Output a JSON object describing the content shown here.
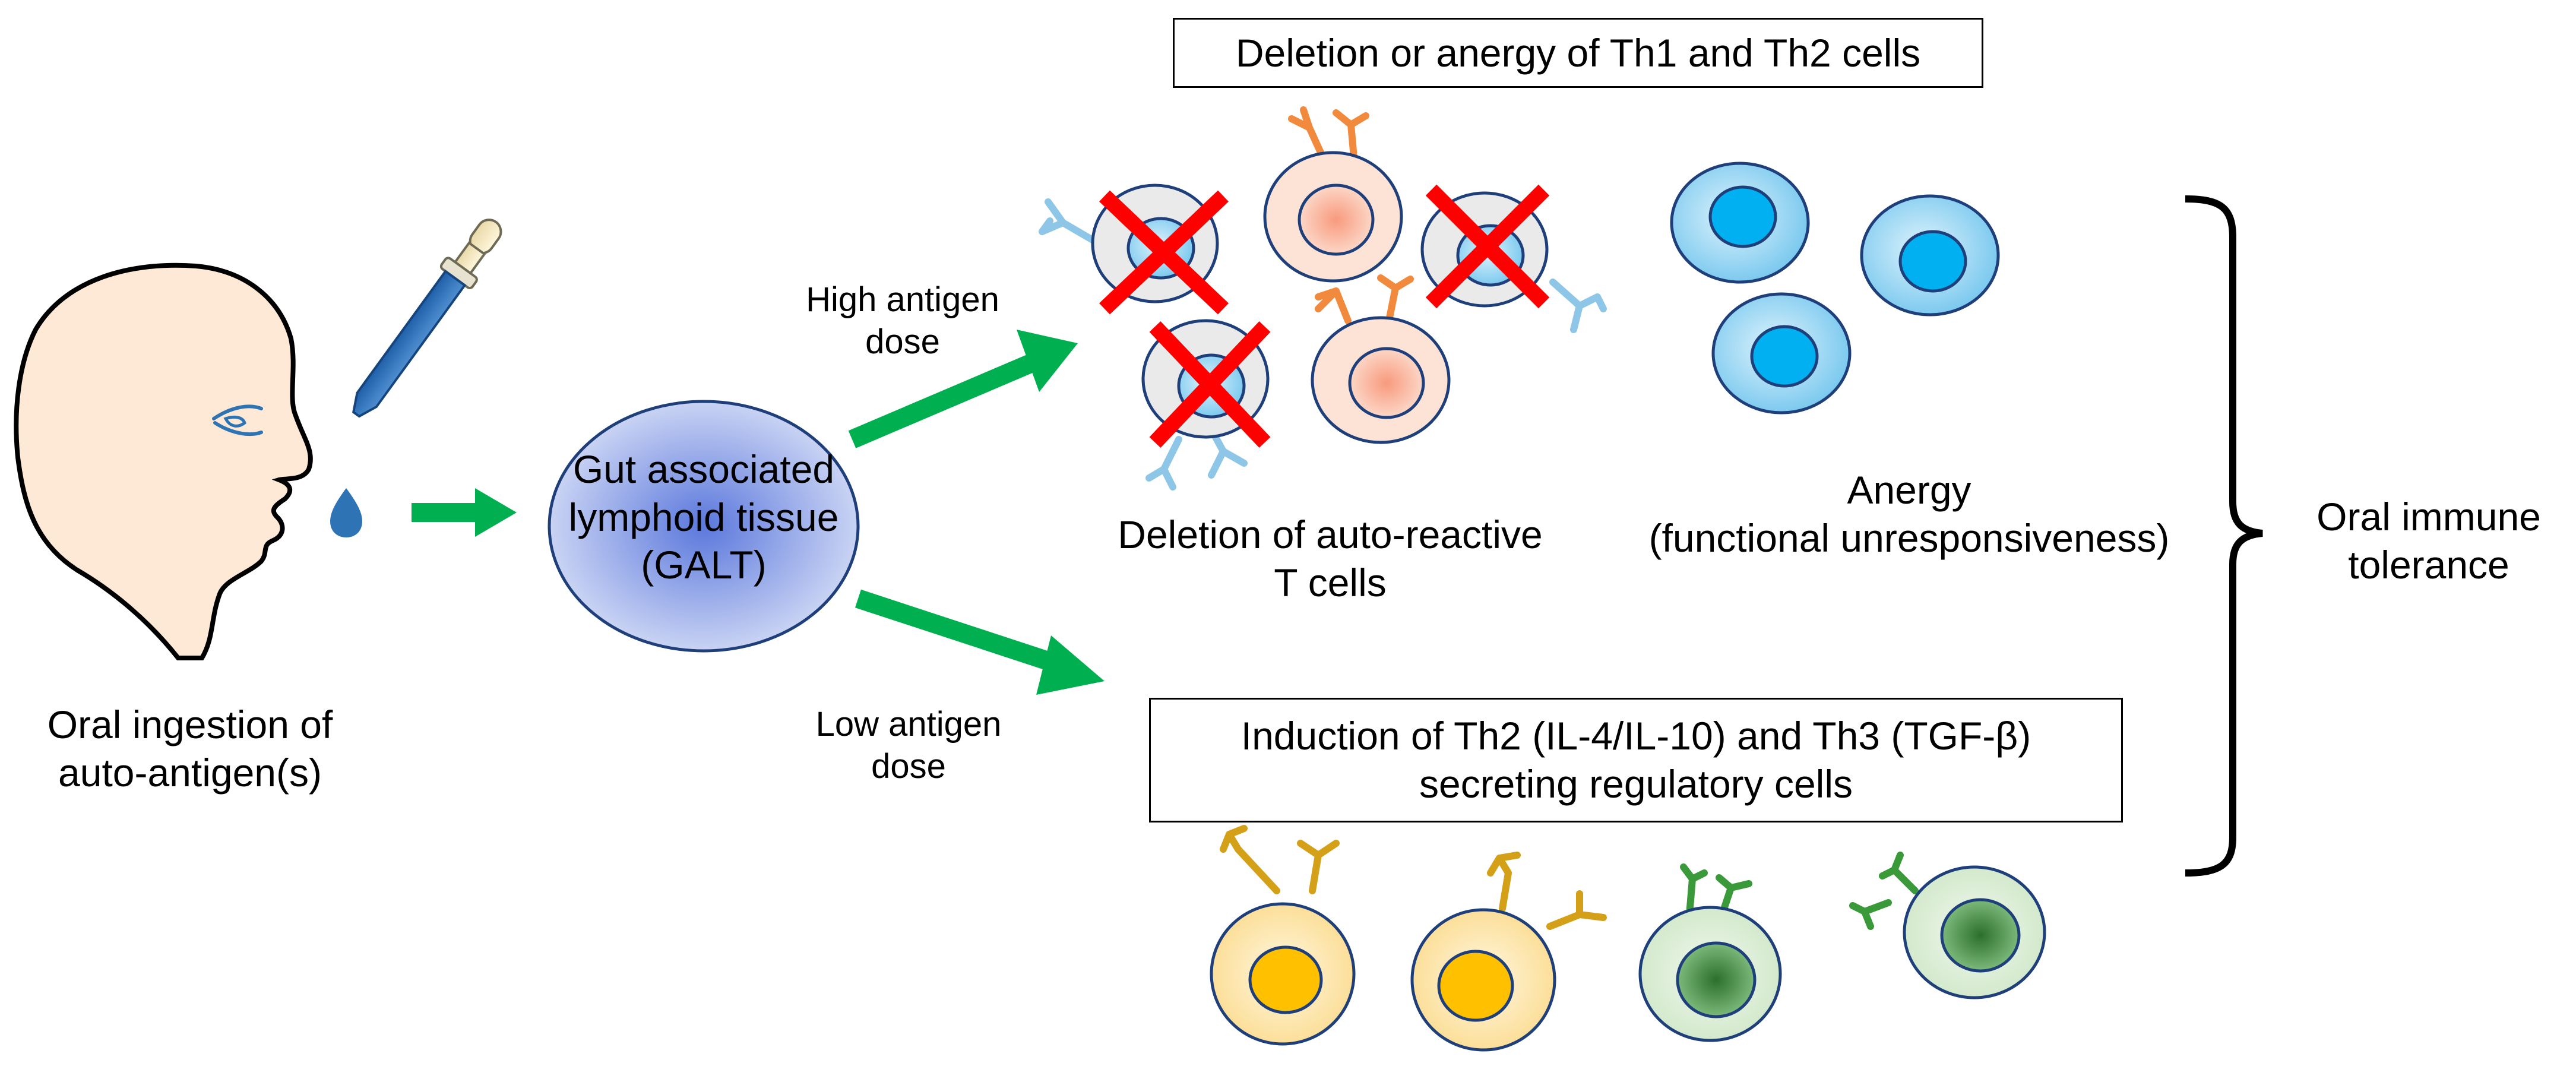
{
  "ingestion_label": [
    "Oral ingestion of",
    "auto-antigen(s)"
  ],
  "galt_label": [
    "Gut associated",
    "lymphoid tissue",
    "(GALT)"
  ],
  "high_dose_label": [
    "High antigen",
    "dose"
  ],
  "low_dose_label": [
    "Low antigen",
    "dose"
  ],
  "top_box": "Deletion or anergy of Th1 and Th2 cells",
  "deletion_label": [
    "Deletion of auto-reactive",
    "T cells"
  ],
  "anergy_label": [
    "Anergy",
    "(functional unresponsiveness)"
  ],
  "induction_box": [
    "Induction of Th2 (IL-4/IL-10) and Th3 (TGF-β)",
    "secreting regulatory cells"
  ],
  "outcome_label": [
    "Oral immune",
    "tolerance"
  ],
  "colors": {
    "arrow_green": "#00b050",
    "cross_red": "#ff0000",
    "galt_blue": "#8ea3e6",
    "skin": "#fde9d5",
    "dropper_blue": "#2e74b5",
    "t_cell_blue": "#00b0f0",
    "th2_gold": "#ffc000",
    "th3_green": "#3a9a3a",
    "salmon": "#f8a58a"
  }
}
